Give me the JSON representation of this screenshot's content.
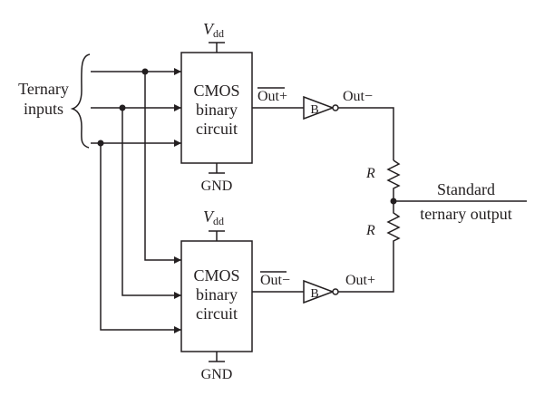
{
  "inputs_label": [
    "Ternary",
    "inputs"
  ],
  "upper_block": {
    "supply": {
      "main": "V",
      "sub": "dd"
    },
    "lines": [
      "CMOS",
      "binary",
      "circuit"
    ],
    "ground": "GND",
    "output": "Out+",
    "buffer": "B",
    "buffer_output": "Out−"
  },
  "lower_block": {
    "supply": {
      "main": "V",
      "sub": "dd"
    },
    "lines": [
      "CMOS",
      "binary",
      "circuit"
    ],
    "ground": "GND",
    "output": "Out−",
    "buffer": "B",
    "buffer_output": "Out+"
  },
  "resistors": [
    "R",
    "R"
  ],
  "output_label": [
    "Standard",
    "ternary output"
  ]
}
